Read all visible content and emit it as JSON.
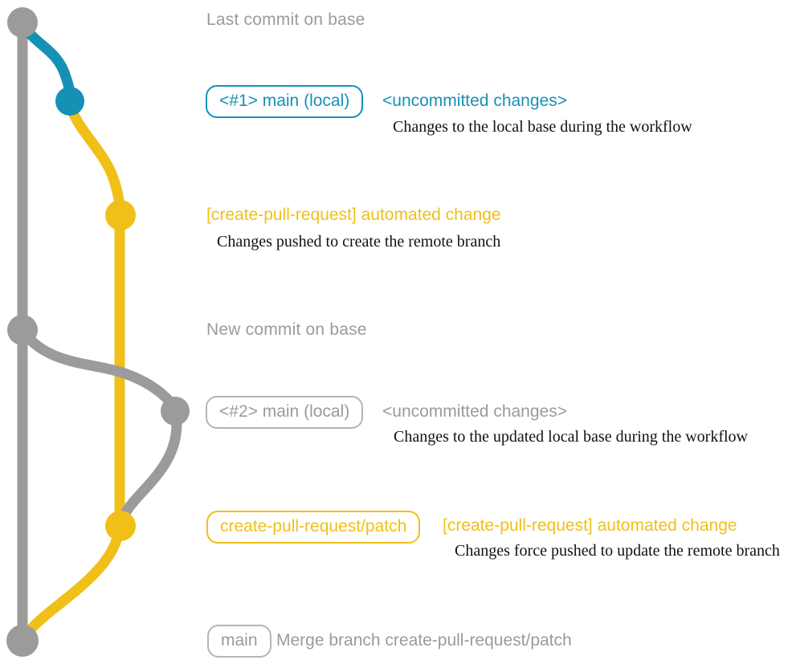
{
  "colors": {
    "base_gray": "#9B9B9B",
    "local_teal": "#1691B5",
    "remote_yellow": "#F0C019",
    "detail_text": "#111111",
    "gray_badge_border": "#B5B5B5",
    "background": "#FFFFFF"
  },
  "annotations": {
    "heading_top": "Last commit on base",
    "heading_mid": "New commit on base",
    "row1": {
      "badge": "<#1> main (local)",
      "caption": "<uncommitted changes>",
      "detail": "Changes to the local base during the workflow"
    },
    "row2": {
      "caption": "[create-pull-request] automated change",
      "detail": "Changes pushed to create the remote branch"
    },
    "row3": {
      "badge": "<#2> main (local)",
      "caption": "<uncommitted changes>",
      "detail": "Changes to the updated local base during the workflow"
    },
    "row4": {
      "badge": "create-pull-request/patch",
      "caption": "[create-pull-request] automated change",
      "detail": "Changes force pushed to update the remote branch"
    },
    "row5": {
      "badge": "main",
      "caption": "Merge branch create-pull-request/patch"
    }
  },
  "graph": {
    "branches": [
      {
        "name": "base",
        "color": "#9B9B9B"
      },
      {
        "name": "main (local)",
        "color": "#1691B5"
      },
      {
        "name": "create-pull-request/patch",
        "color": "#F0C019"
      }
    ],
    "nodes": [
      {
        "id": "base-last-commit",
        "branch": "base",
        "label": "Last commit on base"
      },
      {
        "id": "local-main-1",
        "branch": "main (local)",
        "label": "<#1> main (local)"
      },
      {
        "id": "patch-commit-1",
        "branch": "create-pull-request/patch",
        "label": "[create-pull-request] automated change"
      },
      {
        "id": "base-new-commit",
        "branch": "base",
        "label": "New commit on base"
      },
      {
        "id": "local-main-2",
        "branch": "main (local)",
        "label": "<#2> main (local)"
      },
      {
        "id": "patch-commit-2",
        "branch": "create-pull-request/patch",
        "label": "create-pull-request/patch"
      },
      {
        "id": "base-merge-commit",
        "branch": "base",
        "label": "Merge branch create-pull-request/patch"
      }
    ],
    "edges": [
      {
        "from": "base-last-commit",
        "to": "local-main-1",
        "color": "#1691B5"
      },
      {
        "from": "local-main-1",
        "to": "patch-commit-1",
        "color": "#F0C019"
      },
      {
        "from": "base-last-commit",
        "to": "base-new-commit",
        "color": "#9B9B9B"
      },
      {
        "from": "base-new-commit",
        "to": "local-main-2",
        "color": "#9B9B9B"
      },
      {
        "from": "local-main-2",
        "to": "patch-commit-2",
        "color": "#9B9B9B"
      },
      {
        "from": "patch-commit-1",
        "to": "patch-commit-2",
        "color": "#F0C019"
      },
      {
        "from": "base-new-commit",
        "to": "base-merge-commit",
        "color": "#9B9B9B"
      },
      {
        "from": "patch-commit-2",
        "to": "base-merge-commit",
        "color": "#F0C019"
      }
    ]
  }
}
